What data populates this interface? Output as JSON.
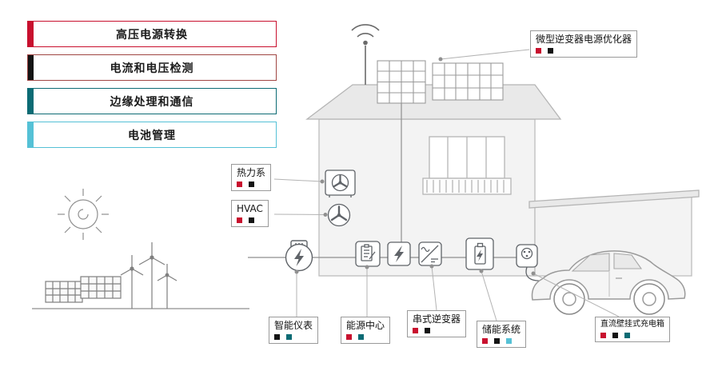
{
  "colors": {
    "red": "#c8102e",
    "black": "#141414",
    "teal": "#0c6b74",
    "cyan": "#55c1d6"
  },
  "legend": {
    "items": [
      {
        "label": "高压电源转换",
        "bar": "#c8102e",
        "border": "#c8102e"
      },
      {
        "label": "电流和电压检测",
        "bar": "#141414",
        "border": "#a04543"
      },
      {
        "label": "边缘处理和通信",
        "bar": "#0c6b74",
        "border": "#0c6b74"
      },
      {
        "label": "电池管理",
        "bar": "#55c1d6",
        "border": "#55c1d6"
      }
    ]
  },
  "callouts": {
    "micro_inverter": {
      "label": "微型逆变器电源优化器",
      "squares": [
        "red",
        "black"
      ]
    },
    "thermal": {
      "label": "热力系",
      "squares": [
        "red",
        "black"
      ]
    },
    "hvac": {
      "label": "HVAC",
      "squares": [
        "red",
        "black"
      ]
    },
    "smart_meter": {
      "label": "智能仪表",
      "squares": [
        "black",
        "teal"
      ]
    },
    "energy_center": {
      "label": "能源中心",
      "squares": [
        "red",
        "teal"
      ]
    },
    "string_inverter": {
      "label": "串式逆变器",
      "squares": [
        "red",
        "black"
      ]
    },
    "storage": {
      "label": "储能系统",
      "squares": [
        "red",
        "black",
        "cyan"
      ]
    },
    "dc_charger": {
      "label": "直流壁挂式充电箱",
      "squares": [
        "red",
        "black",
        "teal"
      ]
    }
  },
  "icons": {
    "wifi_icon": "wifi",
    "sun_icon": "sun",
    "wind_turbine_icon": "wind-turbine",
    "ground_solar_icon": "solar-array",
    "rooftop_solar_icon": "solar-panels",
    "ac_unit_icon": "ac-outdoor-unit",
    "fan_icon": "fan",
    "smart_meter_icon": "electric-meter",
    "energy_center_icon": "clipboard",
    "lightning_icon": "lightning-bolt",
    "inverter_icon": "inverter",
    "battery_icon": "battery",
    "ev_charger_icon": "ev-plug",
    "car_icon": "electric-car"
  }
}
